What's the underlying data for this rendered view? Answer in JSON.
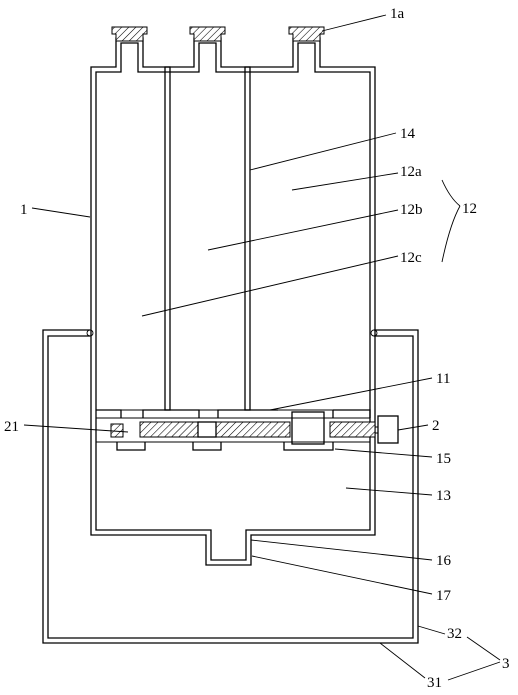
{
  "labels": {
    "l1a": "1a",
    "l14": "14",
    "l12a": "12a",
    "l12b": "12b",
    "l12": "12",
    "l12c": "12c",
    "l1": "1",
    "l11": "11",
    "l21": "21",
    "l2": "2",
    "l15": "15",
    "l13": "13",
    "l16": "16",
    "l17": "17",
    "l32": "32",
    "l3": "3",
    "l31": "31"
  },
  "colors": {
    "line": "#000000",
    "background": "#ffffff"
  }
}
